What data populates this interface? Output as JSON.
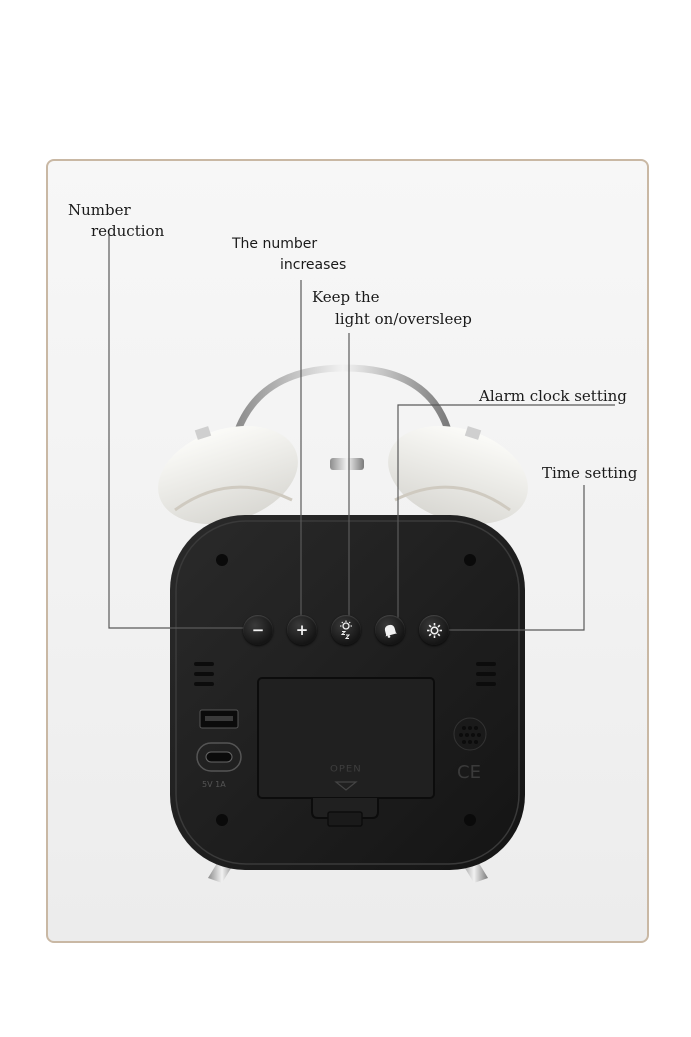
{
  "labels": {
    "number_reduction_line1": "Number",
    "number_reduction_line2": "reduction",
    "number_increases_line1": "The number",
    "number_increases_line2": "increases",
    "light_line1": "Keep the",
    "light_line2": "light on/oversleep",
    "alarm": "Alarm clock setting",
    "time": "Time setting"
  },
  "device": {
    "battery_cover_text": "OPEN",
    "port_rating": "5V 1A",
    "ce_mark": "CE"
  },
  "colors": {
    "body": "#1c1c1c",
    "bells": "#f4f3ef",
    "frame_border": "#c9b8a4"
  }
}
